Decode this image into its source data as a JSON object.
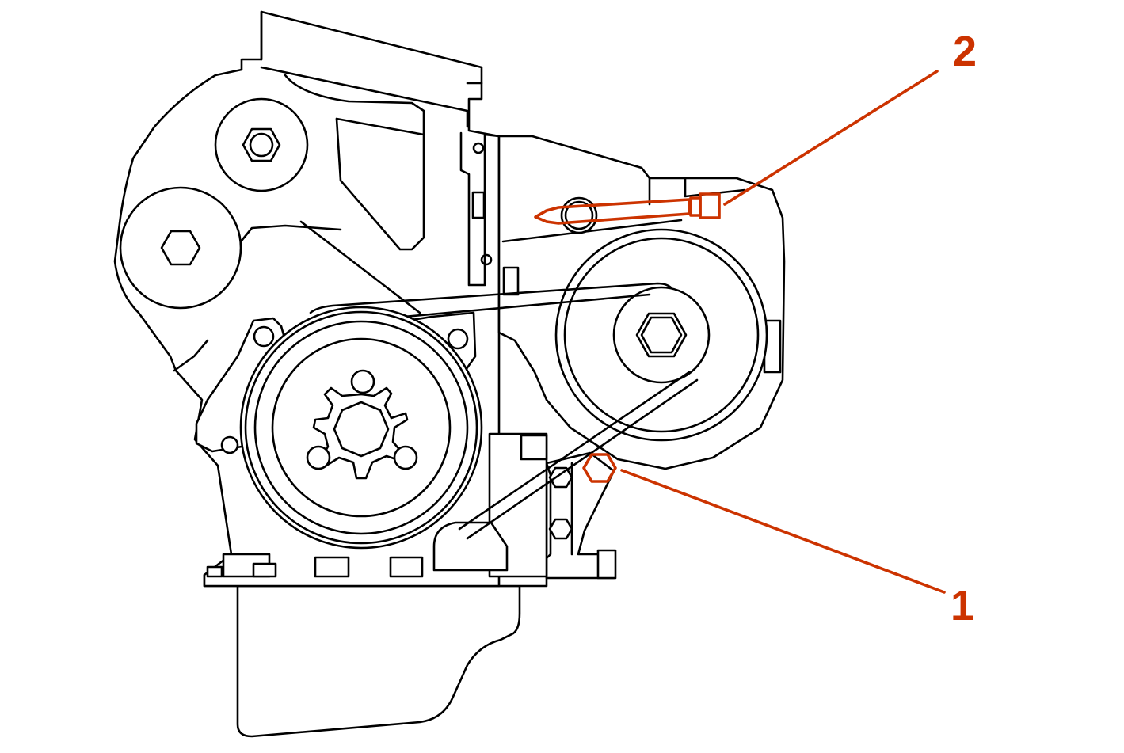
{
  "colors": {
    "line": "#000000",
    "highlight": "#cc3300",
    "background": "#ffffff"
  },
  "callouts": [
    {
      "label": "1",
      "target": "tensioner-pivot-bolt"
    },
    {
      "label": "2",
      "target": "adjuster-bolt"
    }
  ]
}
